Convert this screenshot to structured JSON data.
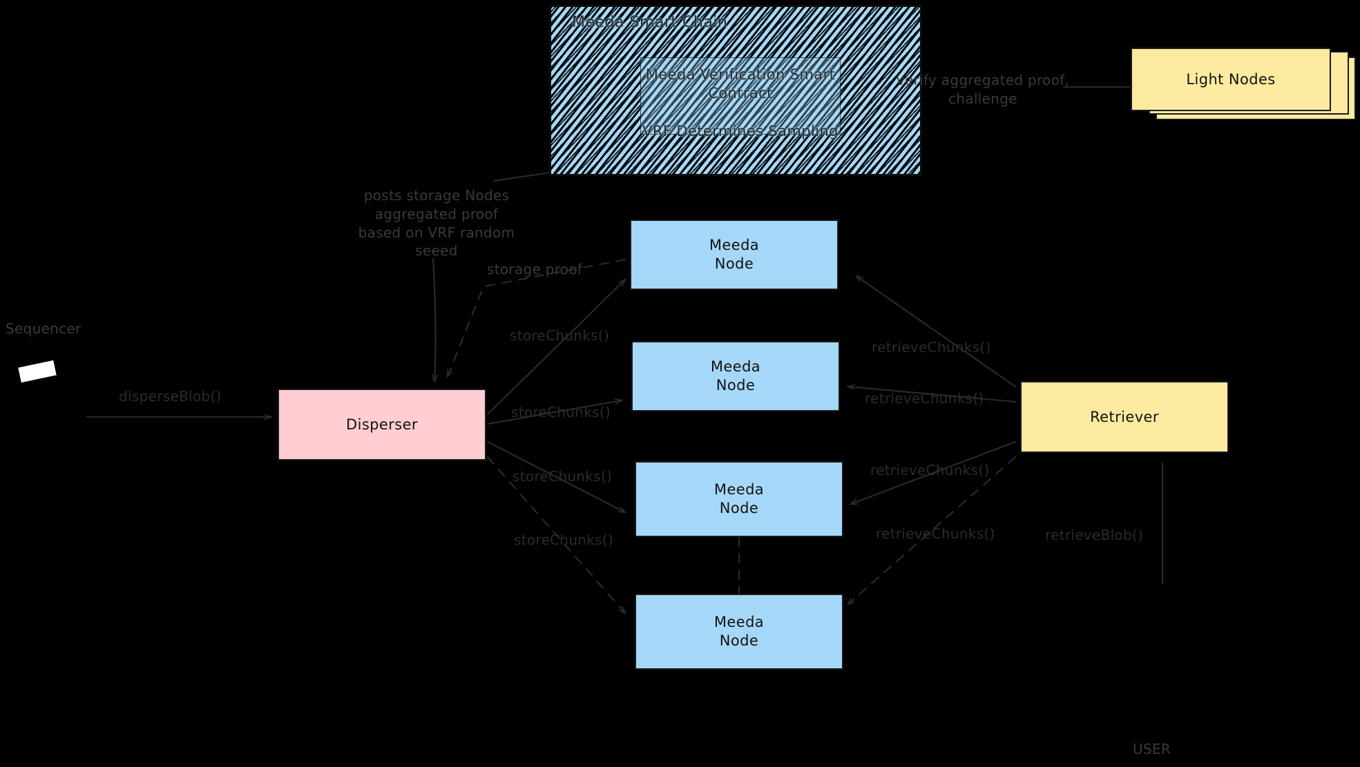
{
  "diagram": {
    "background_color": "#000000",
    "title_text_color": "#2b2b2b"
  },
  "smart_chain": {
    "title": "Meeda Smart Chain",
    "fill_color": "#a5d8f8",
    "inner_contract": {
      "text": "Meeda Verification Smart\nContract\n\nVRF Determines Sampling"
    }
  },
  "light_nodes": {
    "label": "Light Nodes",
    "fill_color": "#fbeaa0",
    "card_count": 3
  },
  "actors": {
    "sequencer": {
      "label": "Sequencer"
    },
    "disperser": {
      "label": "Disperser",
      "fill_color": "#ffcdd2"
    },
    "retriever": {
      "label": "Retriever",
      "fill_color": "#fbeaa0"
    },
    "user": {
      "label": "USER"
    }
  },
  "meeda_nodes": {
    "fill_color": "#a5d8f8",
    "items": [
      {
        "label": "Meeda\nNode"
      },
      {
        "label": "Meeda\nNode"
      },
      {
        "label": "Meeda\nNode"
      },
      {
        "label": "Meeda\nNode"
      }
    ]
  },
  "edge_labels": {
    "verify_aggregated_proof": "verify aggregated proof,\nchallenge",
    "posts_storage_nodes": "posts storage Nodes\naggregated proof\nbased on VRF random\nseeed",
    "storage_proof": "storage proof",
    "disperse_blob": "disperseBlob()",
    "store_chunks_1": "storeChunks()",
    "store_chunks_2": "storeChunks()",
    "store_chunks_3": "storeChunks()",
    "store_chunks_4": "storeChunks()",
    "retrieve_chunks_1": "retrieveChunks()",
    "retrieve_chunks_2": "retrieveChunks()",
    "retrieve_chunks_3": "retrieveChunks()",
    "retrieve_chunks_4": "retrieveChunks()",
    "retrieve_blob": "retrieveBlob()"
  }
}
